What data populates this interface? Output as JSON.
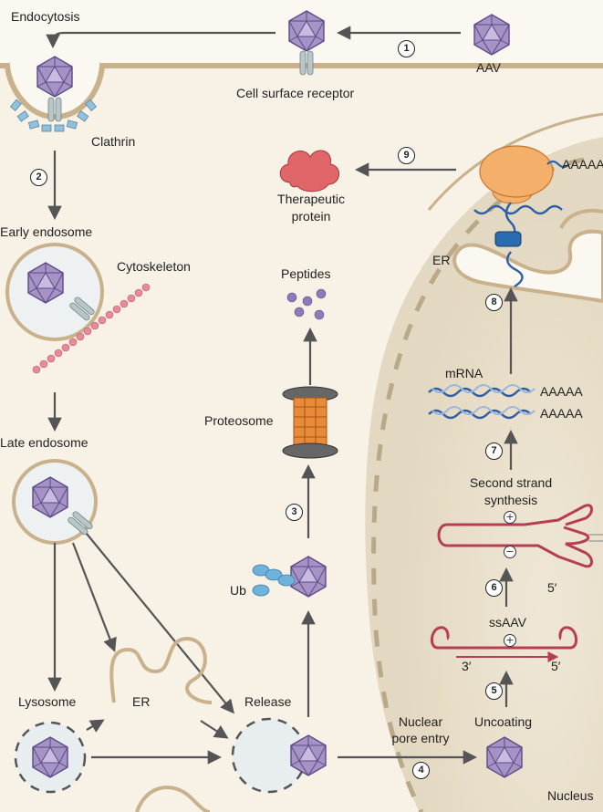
{
  "labels": {
    "endocytosis": "Endocytosis",
    "aav": "AAV",
    "cell_surface_receptor": "Cell surface receptor",
    "clathrin": "Clathrin",
    "early_endosome": "Early endosome",
    "cytoskeleton": "Cytoskeleton",
    "late_endosome": "Late endosome",
    "lysosome": "Lysosome",
    "er_cyto": "ER",
    "release": "Release",
    "ub": "Ub",
    "proteosome": "Proteosome",
    "peptides": "Peptides",
    "therapeutic_line1": "Therapeutic",
    "therapeutic_line2": "protein",
    "er_top": "ER",
    "polya_ribosome": "AAAAA",
    "mrna": "mRNA",
    "polya_1": "AAAAA",
    "polya_2": "AAAAA",
    "second_strand_line1": "Second strand",
    "second_strand_line2": "synthesis",
    "five_prime_ds": "5′",
    "ssaav": "ssAAV",
    "three_prime": "3′",
    "five_prime_ss": "5′",
    "uncoating": "Uncoating",
    "nuclear_pore_line1": "Nuclear",
    "nuclear_pore_line2": "pore entry",
    "nucleus": "Nucleus",
    "plus_top": "+",
    "minus": "−",
    "plus_ss": "+"
  },
  "steps": [
    "1",
    "2",
    "3",
    "4",
    "5",
    "6",
    "7",
    "8",
    "9"
  ],
  "colors": {
    "capsid": "#a593c6",
    "capsid_edge": "#5d4a86",
    "membrane": "#c9b18c",
    "cytoplasm": "#f7f1e6",
    "nucleus_fill": "#ece4d2",
    "clathrin": "#8fc0dc",
    "receptor": "#b9c6c8",
    "ribosome": "#f4b06b",
    "therapeutic_protein": "#e0666a",
    "proteosome": "#e98a3a",
    "dna": "#b73d52",
    "mrna": "#2f5fa6",
    "peptide": "#8d7bb7",
    "ubiquitin": "#6fb3dd"
  }
}
